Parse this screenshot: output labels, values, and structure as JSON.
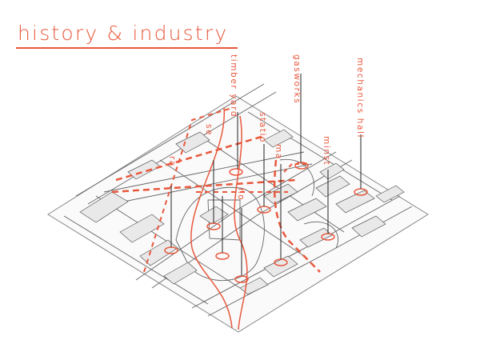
{
  "title": "history & industry",
  "accent_color": "#e8583d",
  "line_color": "#555555",
  "labels": {
    "timber_yard": "timber yard",
    "gasworks": "gasworks",
    "mechanics_hall": "mechanics hall",
    "station": "statio",
    "minster": "minst",
    "label_a": "se",
    "label_b": "ma",
    "label_c": "ra",
    "label_d": "ho"
  }
}
